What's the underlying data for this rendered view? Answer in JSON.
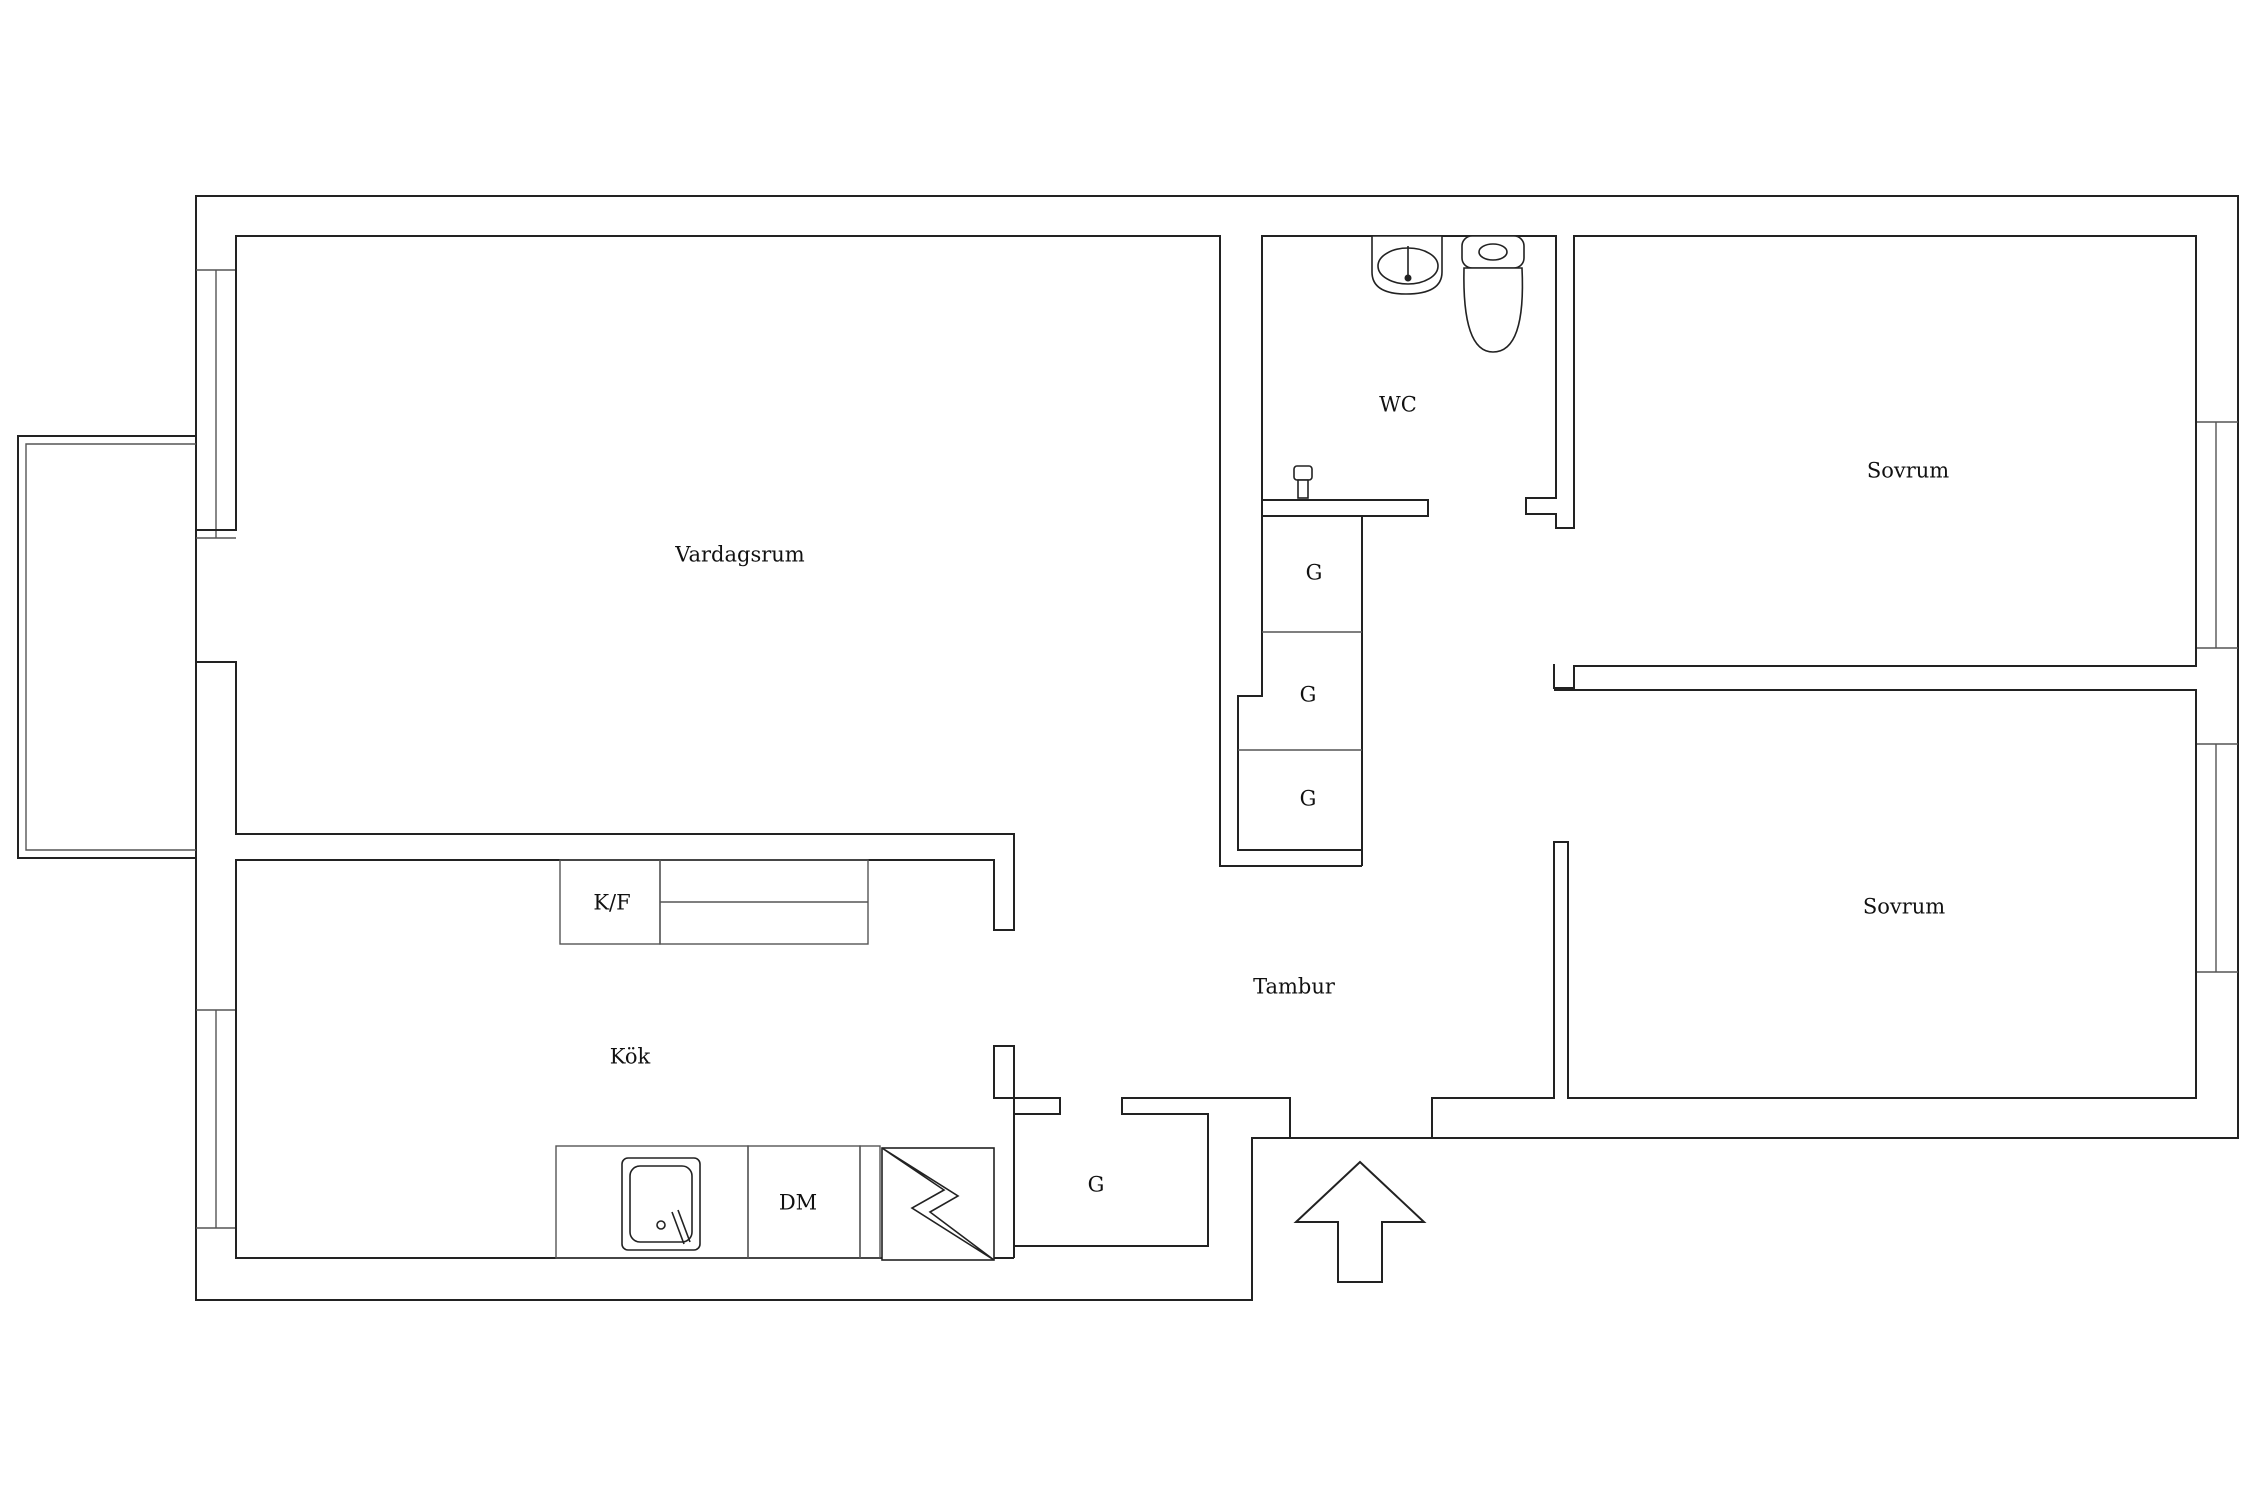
{
  "plan": {
    "rooms": {
      "vardagsrum": "Vardagsrum",
      "kok": "Kök",
      "tambur": "Tambur",
      "wc": "WC",
      "sovrum_1": "Sovrum",
      "sovrum_2": "Sovrum"
    },
    "fixtures": {
      "kf": "K/F",
      "dm": "DM",
      "garderob_1": "G",
      "garderob_2": "G",
      "garderob_3": "G",
      "garderob_4": "G"
    },
    "icons": {
      "entrance": "entrance-arrow-icon",
      "stove": "stove-icon",
      "sink": "kitchen-sink-icon",
      "washbasin": "washbasin-icon",
      "toilet": "toilet-icon",
      "tap": "tap-icon"
    }
  }
}
